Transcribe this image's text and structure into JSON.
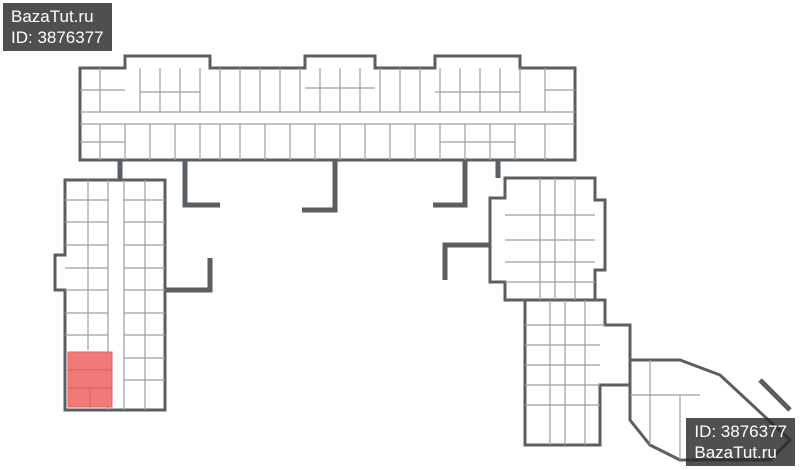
{
  "watermarks": {
    "top": {
      "line1": "BazaTut.ru",
      "line2": "ID: 3876377"
    },
    "bottom": {
      "line1": "ID: 3876377",
      "line2": "BazaTut.ru"
    }
  },
  "colors": {
    "background": "#ffffff",
    "wall": "#5a5f63",
    "partition": "#9aa0a4",
    "highlight": "#f07a78",
    "watermark_bg": "#282828"
  }
}
